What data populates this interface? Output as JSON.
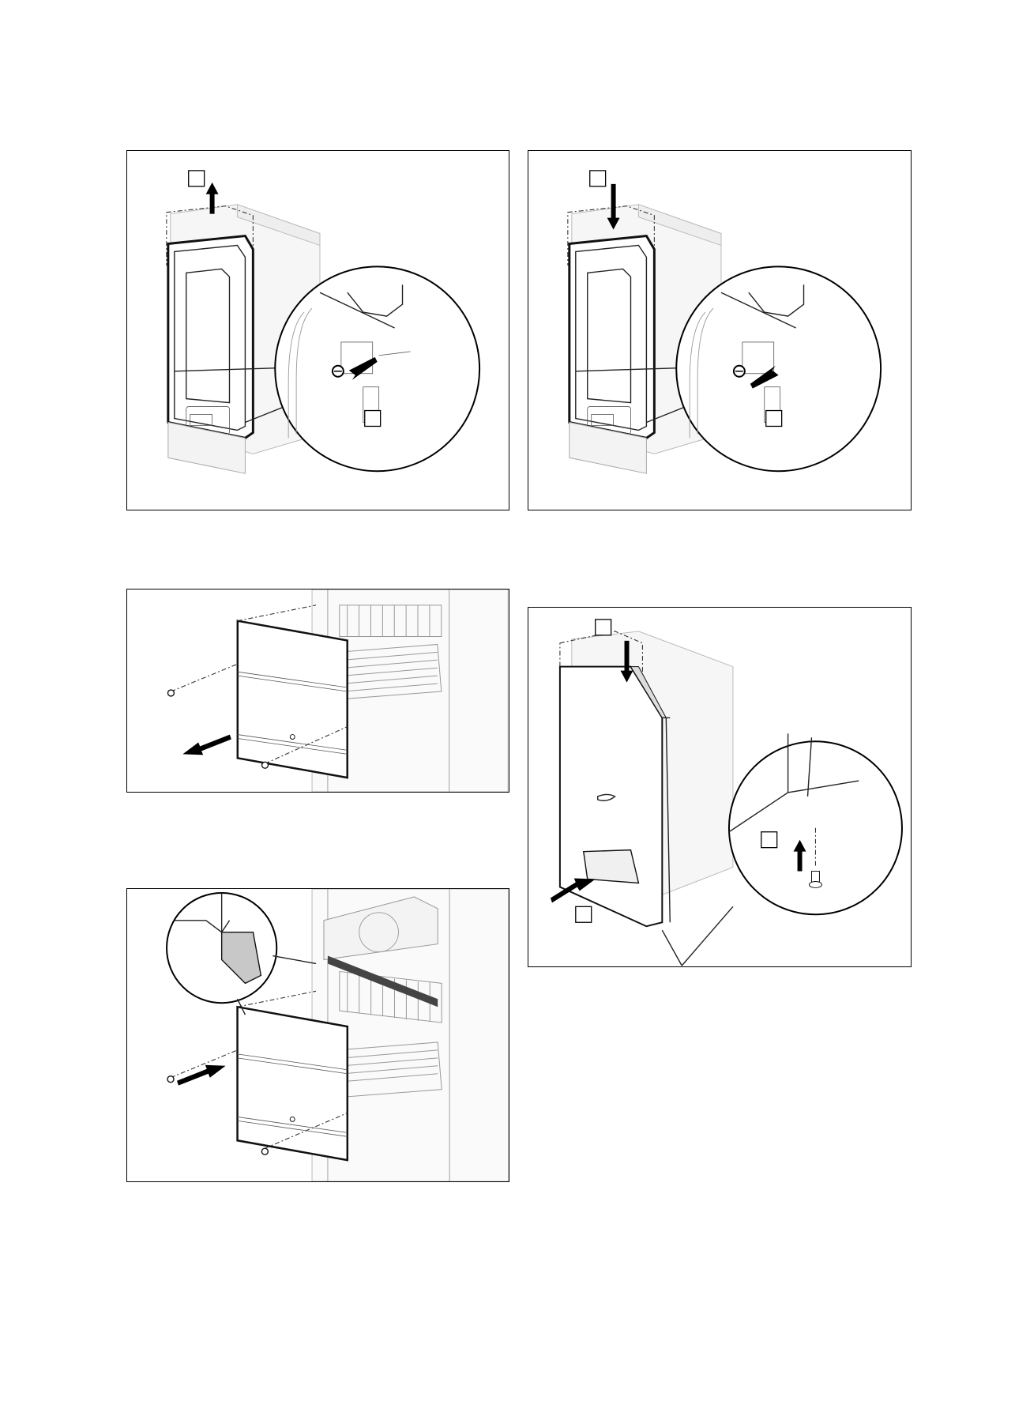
{
  "document": {
    "figures": [
      {
        "id": "fig1",
        "description_marks": [
          "callout-box-top",
          "callout-box-detail"
        ]
      },
      {
        "id": "fig2",
        "description_marks": [
          "callout-box-top",
          "callout-box-detail"
        ]
      },
      {
        "id": "fig3",
        "description_marks": []
      },
      {
        "id": "fig4",
        "description_marks": [
          "callout-box-top",
          "callout-box-detail",
          "callout-box-bottom"
        ]
      },
      {
        "id": "fig5",
        "description_marks": []
      }
    ],
    "icons": {
      "arrow": "arrow-icon",
      "screw": "screw-icon",
      "magnifier": "detail-circle-icon"
    },
    "colors": {
      "line": "#222222",
      "fill_light": "#f4f4f4",
      "shade": "#c8c8c8",
      "background": "#ffffff"
    }
  }
}
